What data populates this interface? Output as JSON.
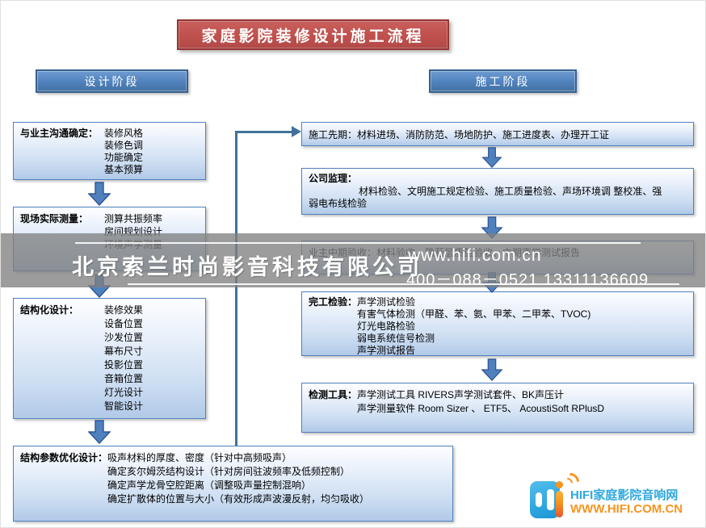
{
  "title": "家庭影院装修设计施工流程",
  "phases": {
    "design": "设计阶段",
    "construction": "施工阶段"
  },
  "left_steps": {
    "step1": {
      "label": "与业主沟通确定：",
      "items": [
        "装修风格",
        "装修色调",
        "功能确定",
        "基本预算"
      ]
    },
    "step2": {
      "label": "现场实际测量：",
      "items": [
        "测算共振频率",
        "房间规划设计",
        "环境声学测量"
      ]
    },
    "step3": {
      "label": "结构化设计：",
      "items": [
        "装修效果",
        "设备位置",
        "沙发位置",
        "幕布尺寸",
        "投影位置",
        "音箱位置",
        "灯光设计",
        "智能设计"
      ]
    },
    "step4": {
      "label": "结构参数优化设计：",
      "items": [
        "吸声材料的厚度、密度（针对中高频吸声）",
        "确定亥尔姆茨结构设计（针对房间驻波频率及低频控制）",
        "确定声学龙骨空腔距离（调整吸声量控制混响）",
        "确定扩散体的位置与大小（有效形成声波漫反射，均匀吸收）"
      ]
    }
  },
  "right_steps": {
    "step1": {
      "text": "施工先期：材料进场、消防防范、场地防护、施工进度表、办理开工证"
    },
    "step2": {
      "label": "公司监理：",
      "line1": "材料检验、文明施工规定检验、施工质量检验、声场环境调  整校准、强",
      "line2": "弱电布线检验"
    },
    "step3": {
      "text": "业主中期验收：材料验收、隐蔽层质量验收、中期声学测试报告"
    },
    "step4": {
      "label": "完工检验：",
      "items": [
        "声学测试检验",
        "有害气体检测（甲醛、苯、氨、甲苯、二甲苯、TVOC)",
        "灯光电路检验",
        "弱电系统信号检测",
        "声学测试报告"
      ]
    },
    "step5": {
      "label": "检测工具：",
      "items": [
        "声学测试工具 RIVERS声学测试套件、BK声压计",
        "声学测量软件  Room Sizer 、 ETF5、 AcoustiSoft RPlusD"
      ]
    }
  },
  "watermark": {
    "company": "北京索兰时尚影音科技有限公司",
    "website": "www.hifi.com.cn",
    "phone": "400－088－0521  13311136609"
  },
  "logo": {
    "site_name": "HIFI家庭影院音响网",
    "site_url": "WWW.HIFI.COM.CN"
  },
  "colors": {
    "title_red": "#c0504d",
    "accent_blue": "#4f81bd",
    "connector_blue": "#41719c",
    "logo_blue": "#2ea7e0",
    "logo_orange": "#f7941e"
  }
}
